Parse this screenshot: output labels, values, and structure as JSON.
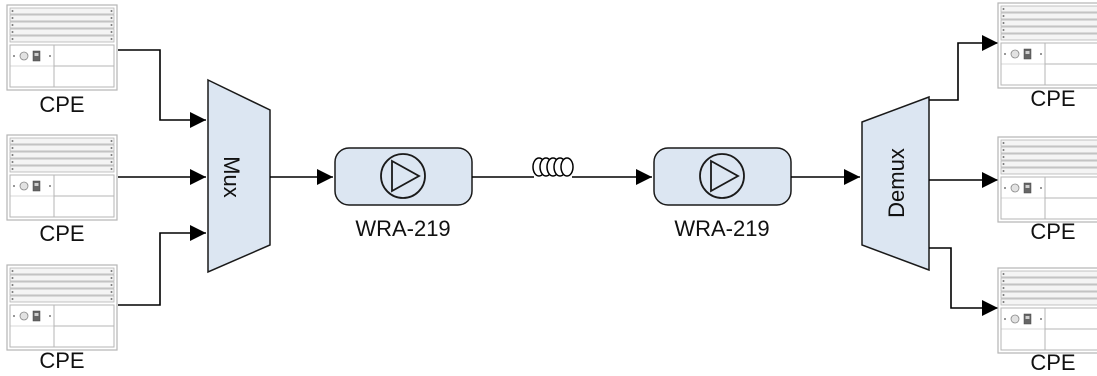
{
  "colors": {
    "line": "#000000",
    "block_fill": "#dce6f2",
    "block_stroke": "#1a1a1a",
    "device_frame": "#b5b5b5",
    "device_fill": "#f4f4f4"
  },
  "inputs": [
    {
      "label": "CPE"
    },
    {
      "label": "CPE"
    },
    {
      "label": "CPE"
    }
  ],
  "mux": {
    "label": "Mux"
  },
  "amp1": {
    "label": "WRA-219",
    "icon": "amplifier-triangle-icon"
  },
  "fiber": {
    "icon": "fiber-spool-icon"
  },
  "amp2": {
    "label": "WRA-219",
    "icon": "amplifier-triangle-icon"
  },
  "demux": {
    "label": "Demux"
  },
  "outputs": [
    {
      "label": "CPE"
    },
    {
      "label": "CPE"
    },
    {
      "label": "CPE"
    }
  ]
}
